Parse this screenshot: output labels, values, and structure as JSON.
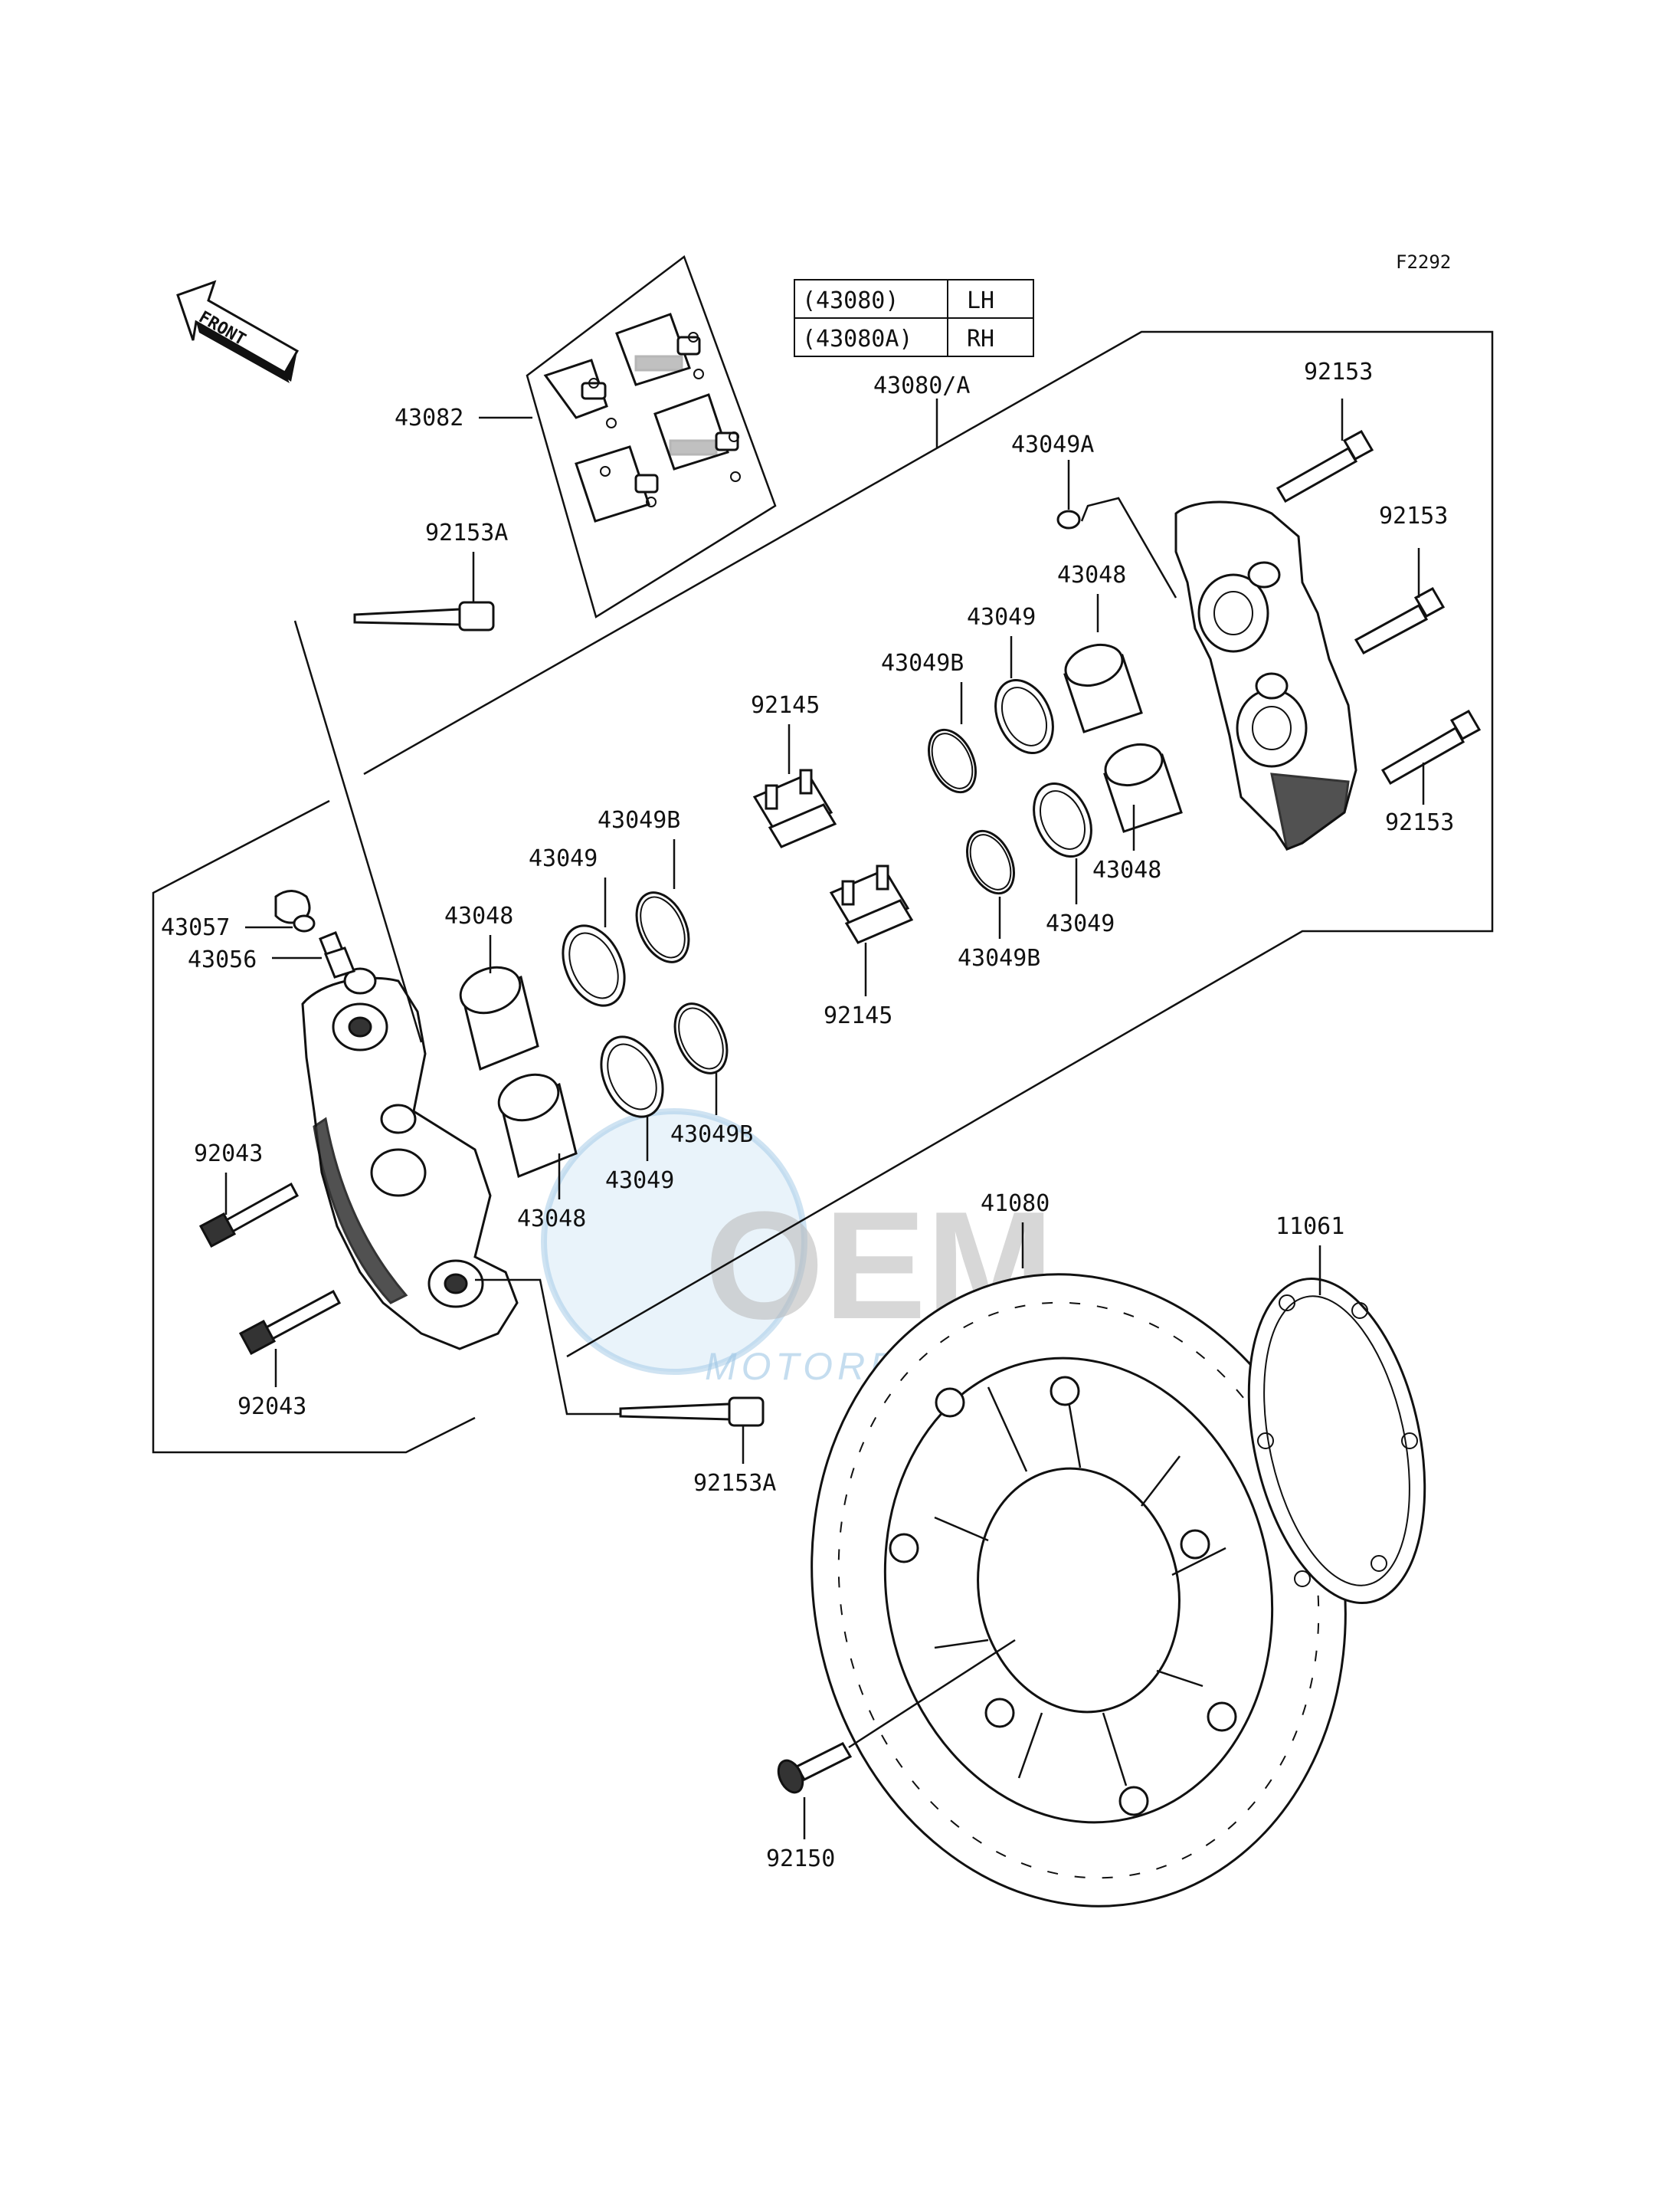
{
  "diagram_code": "F2292",
  "front_label": "FRONT",
  "variant_table": [
    {
      "part": "(43080)",
      "side": "LH"
    },
    {
      "part": "(43080A)",
      "side": "RH"
    }
  ],
  "labels": {
    "caliper_assy": "43080/A",
    "pad_set": "43082",
    "bolt_92153_top": "92153",
    "bolt_92153_mid": "92153",
    "bolt_92153_low": "92153",
    "bolt_92153a_upper": "92153A",
    "bolt_92153a_lower": "92153A",
    "bleeder_seal_43049a": "43049A",
    "piston_43048_r1": "43048",
    "piston_43048_r2": "43048",
    "piston_43048_l1": "43048",
    "piston_43048_l2": "43048",
    "seal_43049_r1": "43049",
    "seal_43049_r2": "43049",
    "seal_43049_l1": "43049",
    "seal_43049_l2": "43049",
    "seal_43049b_r1": "43049B",
    "seal_43049b_r2": "43049B",
    "seal_43049b_l1": "43049B",
    "seal_43049b_l2": "43049B",
    "spring_92145_a": "92145",
    "spring_92145_b": "92145",
    "cap_43057": "43057",
    "bleeder_43056": "43056",
    "pin_92043_a": "92043",
    "pin_92043_b": "92043",
    "disc_41080": "41080",
    "shim_11061": "11061",
    "screw_92150": "92150"
  },
  "watermark": {
    "brand": "OEM",
    "sub": "MOTORPARTS"
  },
  "colors": {
    "line": "#111111",
    "watermark_blue": "#7fb8e0",
    "watermark_grey": "#b8b8b8"
  }
}
